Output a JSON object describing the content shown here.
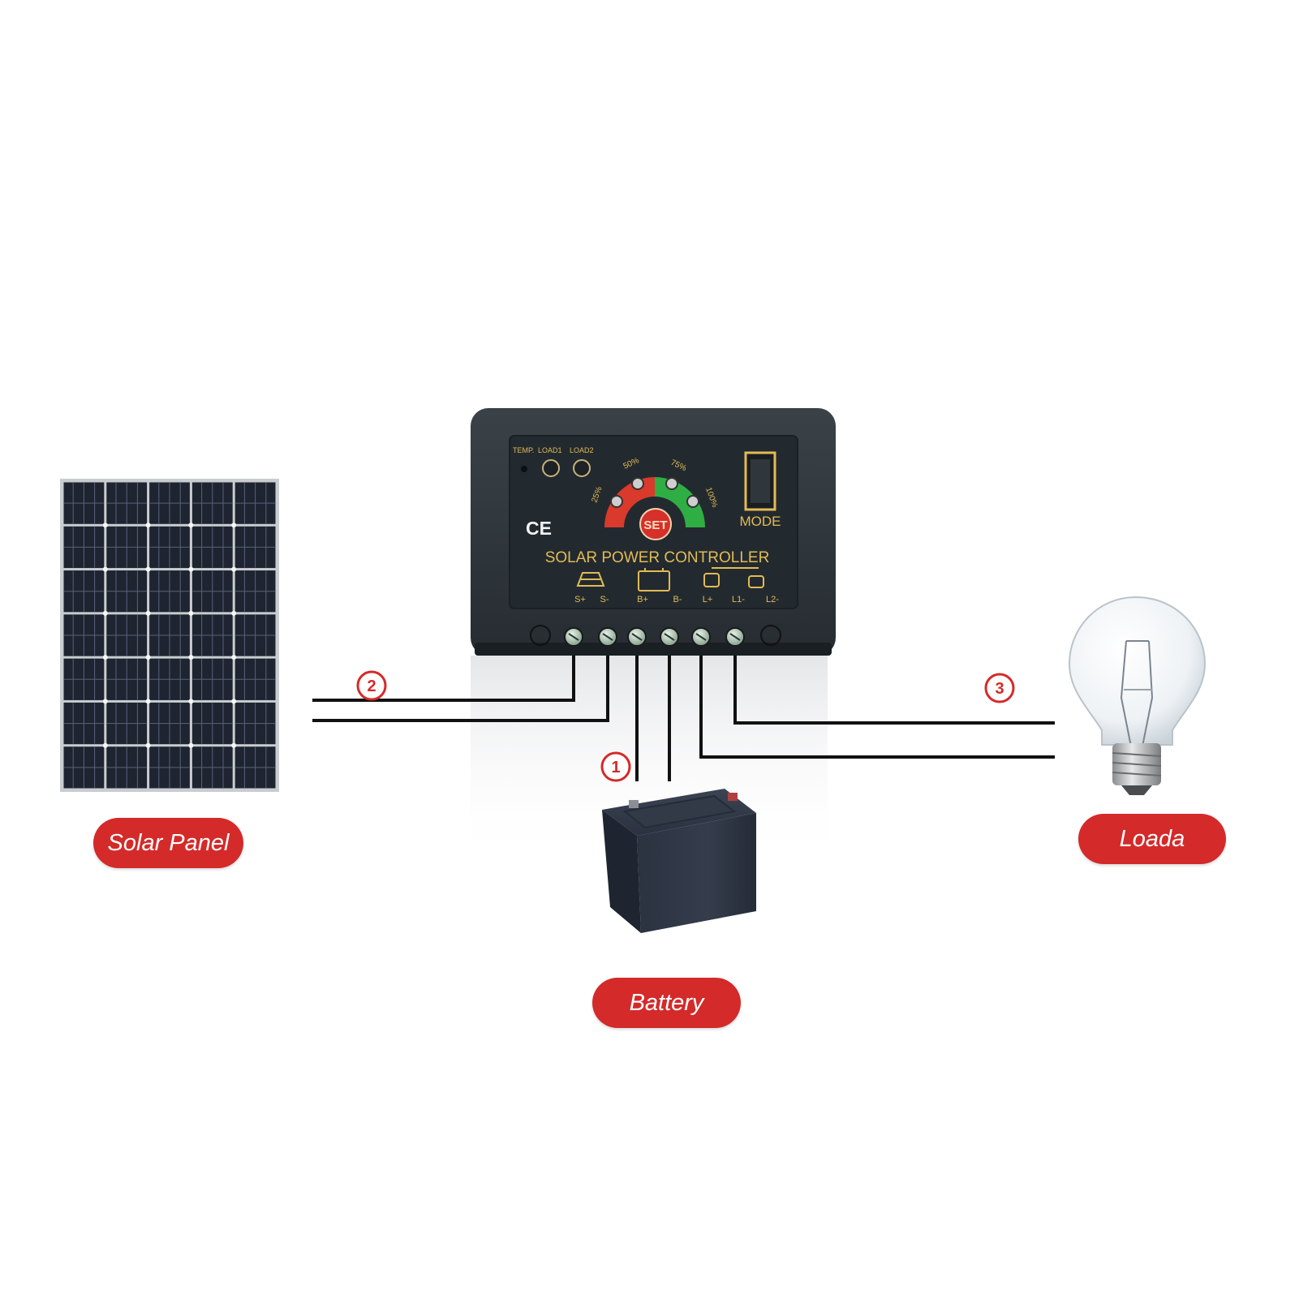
{
  "labels": {
    "solar_panel": "Solar Panel",
    "battery": "Battery",
    "load": "Loada"
  },
  "connections": {
    "battery_step": "1",
    "solar_step": "2",
    "load_step": "3"
  },
  "controller": {
    "name": "SOLAR POWER CONTROLLER",
    "mode": "MODE",
    "set_button": "SET",
    "ce_mark": "CE",
    "indicators": {
      "temp": "TEMP.",
      "load1": "LOAD1",
      "load2": "LOAD2"
    },
    "levels": [
      "25%",
      "50%",
      "75%",
      "100%"
    ],
    "terminals": [
      "S+",
      "S-",
      "B+",
      "B-",
      "L+",
      "L1-",
      "L2-"
    ]
  },
  "colors": {
    "label_red": "#d42a2a",
    "wire": "#111111",
    "controller_body": "#2c3338",
    "controller_face": "#252b30",
    "gauge_red": "#d93a2b",
    "gauge_green": "#2fae44",
    "panel_text": "#e2bb55"
  }
}
